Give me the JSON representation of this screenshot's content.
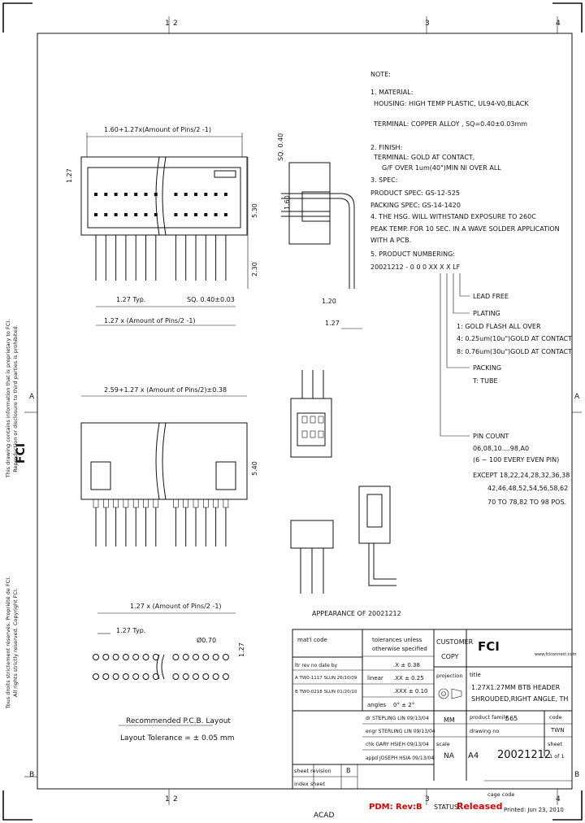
{
  "border": {
    "zone_top": [
      "1",
      "2",
      "3",
      "4"
    ],
    "zone_bottom": [
      "1",
      "2",
      "3",
      "4"
    ],
    "zone_left": [
      "A",
      "B"
    ],
    "zone_right": [
      "A",
      "B"
    ]
  },
  "side_text": {
    "line1": "This drawing contains information that is proprietary to FCI.",
    "line2": "Reproduction or disclosure to third parties is prohibited.",
    "line3": "Tous droits strictement réservés. Propriété de FCI.",
    "line4": "All rights strictly reserved. Copyright FCI.",
    "logo": "FCI"
  },
  "notes": {
    "title": "NOTE:",
    "lines": [
      "1. MATERIAL:",
      "   HOUSING: HIGH TEMP PLASTIC, UL94-V0,BLACK",
      "",
      "   TERMINAL: COPPER ALLOY , SQ=0.40±0.03mm",
      "",
      "2. FINISH:",
      "   TERMINAL: GOLD AT CONTACT,",
      "   G/F OVER 1um(40\")MIN NI OVER ALL",
      "3. SPEC:",
      "PRODUCT SPEC: GS-12-525",
      "PACKING SPEC: GS-14-1420",
      "4. THE HSG. WILL WITHSTAND EXPOSURE TO 260C",
      "PEAK TEMP. FOR 10 SEC. IN A WAVE SOLDER APPLICATION",
      "WITH A PCB.",
      "5. PRODUCT NUMBERING:",
      "20021212 - 0 0 0 XX X X LF"
    ]
  },
  "numbering": {
    "lead_free": "LEAD FREE",
    "plating_title": "PLATING",
    "plating_1": "1: GOLD FLASH ALL OVER",
    "plating_4": "4: 0.25um(10u\")GOLD AT CONTACT",
    "plating_8": "8: 0.76um(30u\")GOLD AT CONTACT",
    "packing_title": "PACKING",
    "packing_t": "T: TUBE",
    "pin_title": "PIN COUNT",
    "pin_1": "06,08,10....98,A0",
    "pin_2": "(6 ~ 100 EVERY EVEN PIN)",
    "pin_3": "EXCEPT 18,22,24,28,32,36,38",
    "pin_4": "42,46,48,52,54,56,58,62",
    "pin_5": "70 TO 78,82 TO 98 POS."
  },
  "dims": {
    "top_span": "1.60+1.27x(Amount of Pins/2 -1)",
    "pitch_127": "1.27",
    "dim_530": "5.30",
    "dim_230": "2.30",
    "typ_127": "1.27 Typ.",
    "sq": "SQ. 0.40±0.03",
    "bottom_span": "1.27 x (Amount of Pins/2 -1)",
    "sq_side": "SQ. 0.40",
    "dim_160": "1.60",
    "dim_120": "1.20",
    "side_127": "1.27",
    "front_span": "2.59+1.27 x (Amount of Pins/2)±0.38",
    "dim_540": "5.40",
    "appearance": "APPEARANCE OF 20021212",
    "pcb_span": "1.27 x (Amount of Pins/2 -1)",
    "pcb_typ": "1.27 Typ.",
    "pcb_hole": "Ø0.70",
    "pcb_pitch": "1.27",
    "pcb_title": "Recommended P.C.B. Layout",
    "pcb_tol": "Layout Tolerance = ± 0.05 mm"
  },
  "title_block": {
    "material_code": "mat'l code",
    "rev_head": "ltr   rev no      date     by",
    "rev_a": "A    TW0-1117  SLUN  26/10/09",
    "rev_b": "B    TW0-0218  SLUN  01/20/10",
    "tol_1": "tolerances unless",
    "tol_2": "otherwise specified",
    "tol_x": ".X  ± 0.38",
    "tol_xx": ".XX  ± 0.25",
    "tol_xxx": ".XXX  ± 0.10",
    "linear": "linear",
    "angles": "angles",
    "angle_val": "0°  ± 2°",
    "customer": "CUSTOMER",
    "copy": "COPY",
    "projection": "projection",
    "logo": "FCI",
    "website": "www.fciconnect.com",
    "title_label": "title",
    "title_1": "1.27X1.27MM BTB HEADER",
    "title_2": "SHROUDED,RIGHT ANGLE, TH",
    "dr": "dr   STEPLING LIN  09/13/04",
    "engr": "engr  STERLING LIN  09/13/04",
    "chk": "chk   GARY HSIEH  09/13/04",
    "appd": "appd JOSEPH HSIA  09/13/04",
    "units": "MM",
    "product_family": "product family",
    "family_val": "565",
    "code": "code",
    "code_val": "TWN",
    "drawing_no_label": "drawing no",
    "size": "A4",
    "drawing_no": "20021212",
    "sheet_label": "sheet",
    "sheet_val": "1 of 1",
    "scale_label": "scale",
    "scale_val": "NA",
    "sheet_rev": "sheet  revision",
    "index_sheet": "index  sheet",
    "rev_val": "B",
    "cage_code": "cage code",
    "acad": "ACAD",
    "pdm": "PDM: Rev:B",
    "status_label": "STATUS:",
    "status": "Released",
    "printed": "Printed: Jun 23, 2010"
  }
}
